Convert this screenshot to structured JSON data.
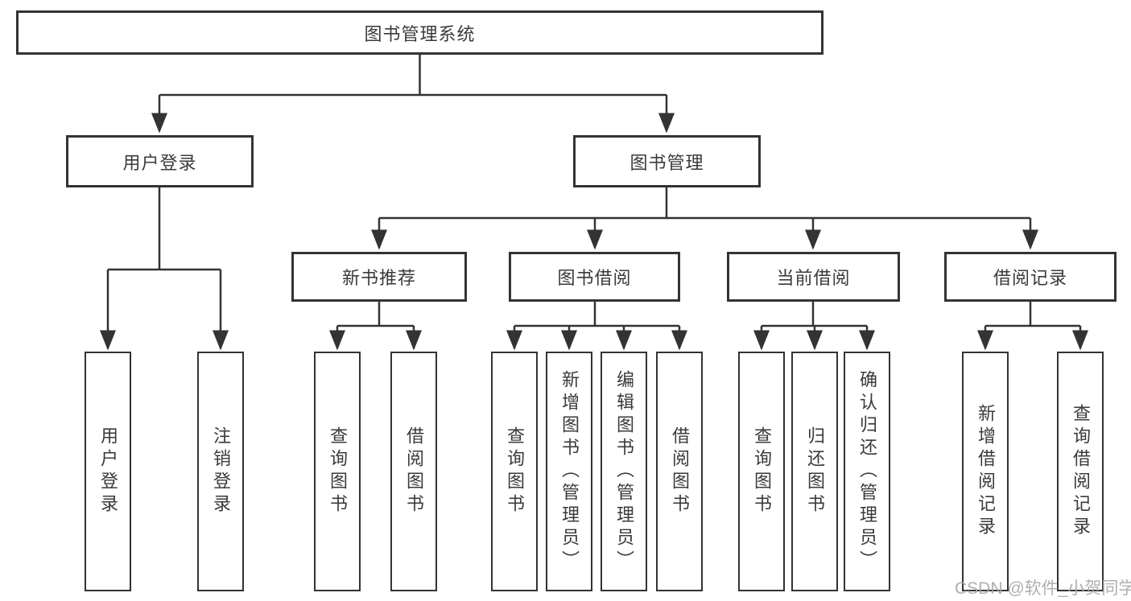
{
  "diagram": {
    "root": {
      "label": "图书管理系统"
    },
    "login": {
      "label": "用户登录",
      "children": [
        {
          "label": "用户登录"
        },
        {
          "label": "注销登录"
        }
      ]
    },
    "mgmt": {
      "label": "图书管理",
      "children": [
        {
          "label": "新书推荐",
          "children": [
            {
              "label": "查询图书"
            },
            {
              "label": "借阅图书"
            }
          ]
        },
        {
          "label": "图书借阅",
          "children": [
            {
              "label": "查询图书"
            },
            {
              "label": "新增图书（管理员）"
            },
            {
              "label": "编辑图书（管理员）"
            },
            {
              "label": "借阅图书"
            }
          ]
        },
        {
          "label": "当前借阅",
          "children": [
            {
              "label": "查询图书"
            },
            {
              "label": "归还图书"
            },
            {
              "label": "确认归还（管理员）"
            }
          ]
        },
        {
          "label": "借阅记录",
          "children": [
            {
              "label": "新增借阅记录"
            },
            {
              "label": "查询借阅记录"
            }
          ]
        }
      ]
    }
  },
  "colors": {
    "line": "#333333",
    "text": "#3a3a3a",
    "watermark": "#a8a8a8",
    "background": "#ffffff"
  },
  "watermark": {
    "text": "CSDN @软件_小贺同学"
  }
}
